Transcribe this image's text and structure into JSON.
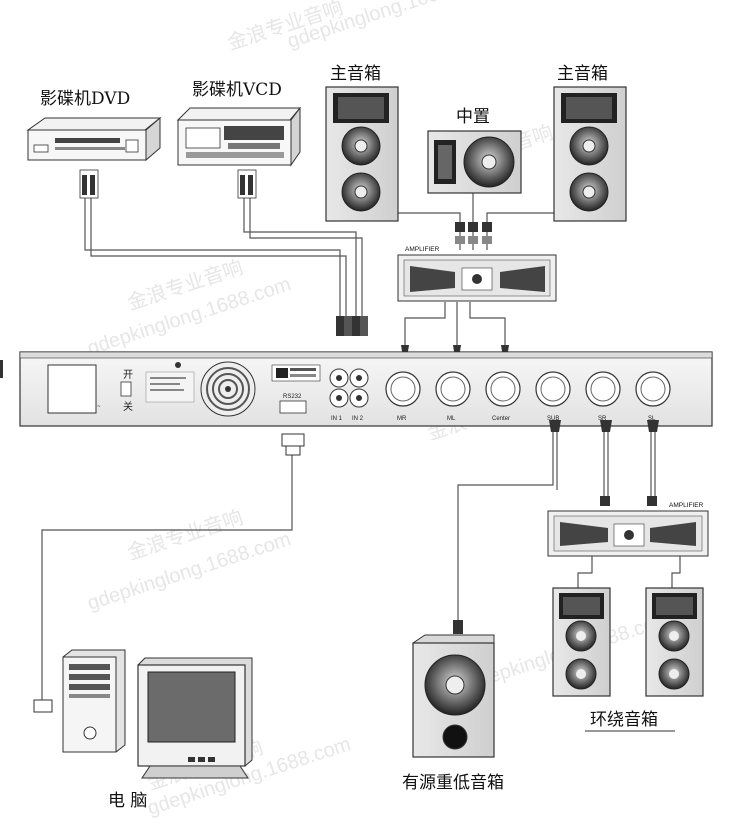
{
  "labels": {
    "dvd": "影碟机DVD",
    "vcd": "影碟机VCD",
    "main_left": "主音箱",
    "center": "中置",
    "main_right": "主音箱",
    "amplifier_top": "AMPLIFIER",
    "amplifier_bottom": "AMPLIFIER",
    "subwoofer": "有源重低音箱",
    "surround": "环绕音箱",
    "computer": "电 脑"
  },
  "panel": {
    "power_label_1": "开",
    "power_label_2": "关",
    "rs232": "RS232",
    "in1": "IN 1",
    "in2": "IN 2",
    "outputs": [
      "MR",
      "ML",
      "Center",
      "SUB",
      "SR",
      "SL"
    ]
  },
  "watermark": {
    "cn": "金浪专业音响",
    "url": "gdepkinglong.1688.com"
  }
}
